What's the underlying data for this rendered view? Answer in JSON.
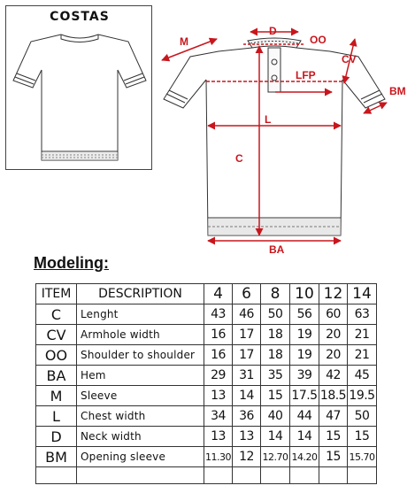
{
  "back_view": {
    "title": "COSTAS"
  },
  "measure_labels": {
    "d": "D",
    "oo": "OO",
    "m": "M",
    "cv": "CV",
    "lfp": "LFP",
    "bm": "BM",
    "l": "L",
    "c": "C",
    "ba": "BA"
  },
  "modeling": {
    "title": "Modeling:",
    "header": {
      "item": "ITEM",
      "description": "DESCRIPTION",
      "sizes": [
        "4",
        "6",
        "8",
        "10",
        "12",
        "14"
      ]
    },
    "rows": [
      {
        "item": "C",
        "description": "Lenght",
        "values": [
          "43",
          "46",
          "50",
          "56",
          "60",
          "63"
        ]
      },
      {
        "item": "CV",
        "description": "Armhole width",
        "values": [
          "16",
          "17",
          "18",
          "19",
          "20",
          "21"
        ]
      },
      {
        "item": "OO",
        "description": "Shoulder to shoulder",
        "values": [
          "16",
          "17",
          "18",
          "19",
          "20",
          "21"
        ]
      },
      {
        "item": "BA",
        "description": "Hem",
        "values": [
          "29",
          "31",
          "35",
          "39",
          "42",
          "45"
        ]
      },
      {
        "item": "M",
        "description": "Sleeve",
        "values": [
          "13",
          "14",
          "15",
          "17.5",
          "18.5",
          "19.5"
        ]
      },
      {
        "item": "L",
        "description": "Chest width",
        "values": [
          "34",
          "36",
          "40",
          "44",
          "47",
          "50"
        ]
      },
      {
        "item": "D",
        "description": "Neck width",
        "values": [
          "13",
          "13",
          "14",
          "14",
          "15",
          "15"
        ]
      },
      {
        "item": "BM",
        "description": "Opening sleeve",
        "values": [
          "11.30",
          "12",
          "12.70",
          "14.20",
          "15",
          "15.70"
        ]
      }
    ]
  },
  "colors": {
    "measure_red": "#c8161d",
    "outline": "#333333"
  }
}
